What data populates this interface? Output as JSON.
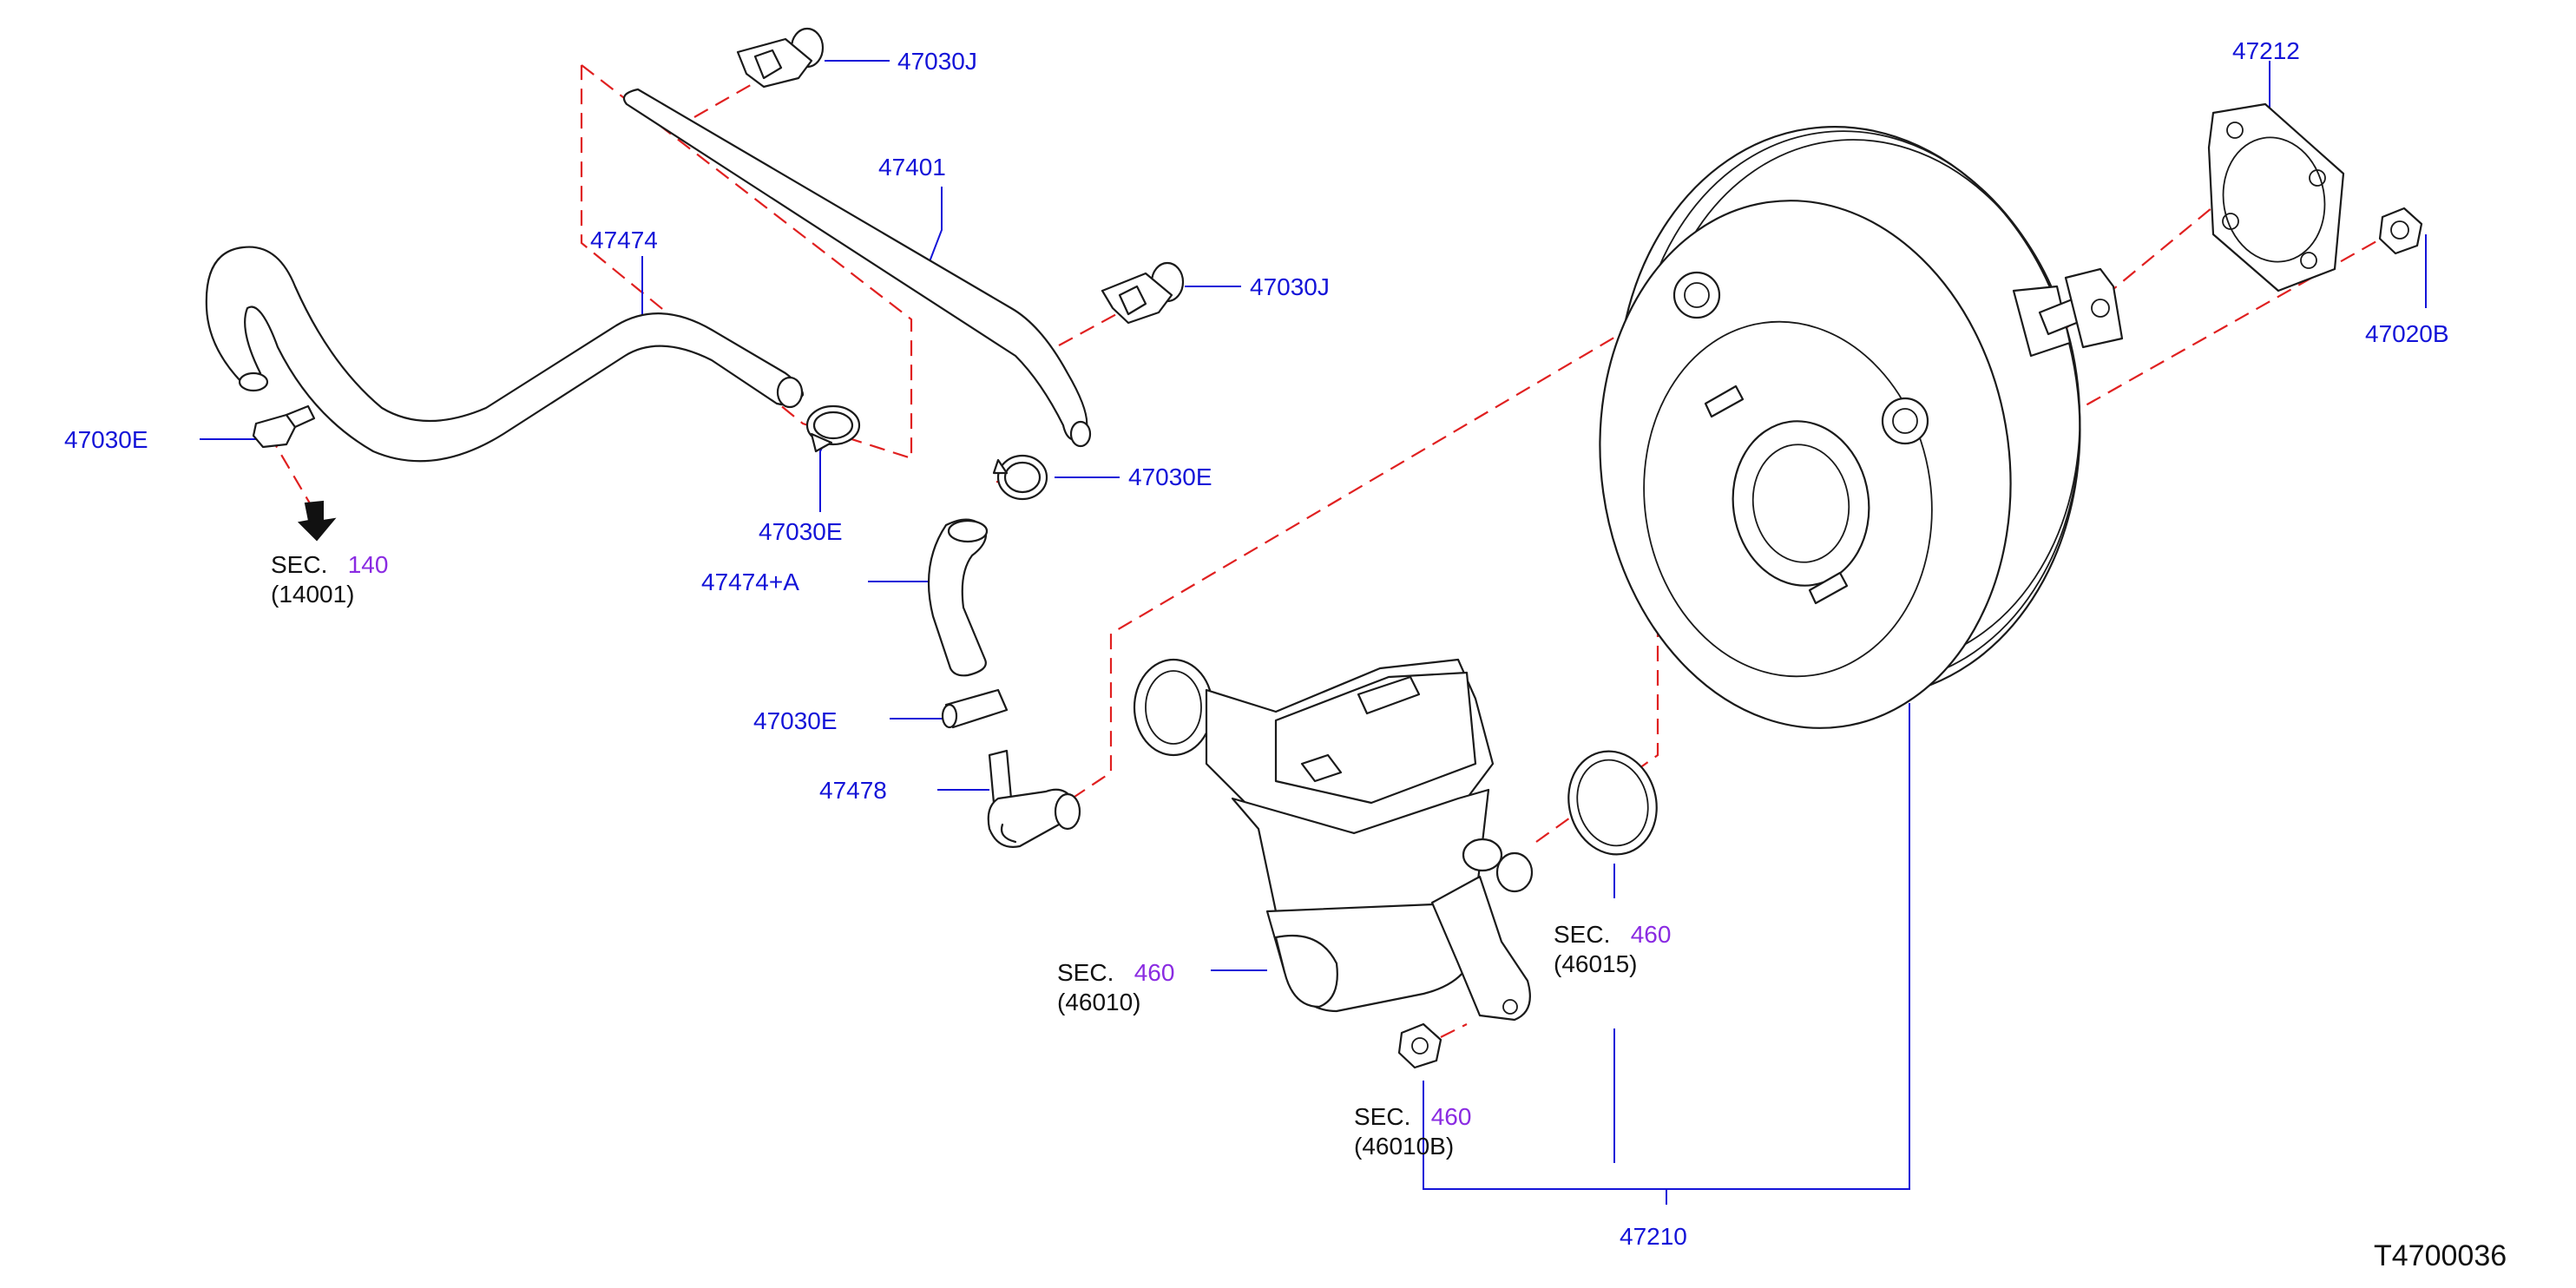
{
  "colors": {
    "part_number": "#1414d8",
    "section_ref": "#8a2be2",
    "dashed_line": "#e02020",
    "outline": "#1a1a1a"
  },
  "diagram_code": "T4700036",
  "parts": {
    "p47030J_a": "47030J",
    "p47401": "47401",
    "p47474": "47474",
    "p47030J_b": "47030J",
    "p47030E_a": "47030E",
    "p47030E_b": "47030E",
    "p47030E_c": "47030E",
    "p47474A": "47474+A",
    "p47030E_d": "47030E",
    "p47478": "47478",
    "p47212": "47212",
    "p47020B": "47020B",
    "p47210": "47210"
  },
  "sections": {
    "sec140": {
      "prefix": "SEC.",
      "number": "140",
      "ref": "(14001)"
    },
    "sec460_a": {
      "prefix": "SEC.",
      "number": "460",
      "ref": "(46010)"
    },
    "sec460_b": {
      "prefix": "SEC.",
      "number": "460",
      "ref": "(46015)"
    },
    "sec460_c": {
      "prefix": "SEC.",
      "number": "460",
      "ref": "(46010B)"
    }
  }
}
